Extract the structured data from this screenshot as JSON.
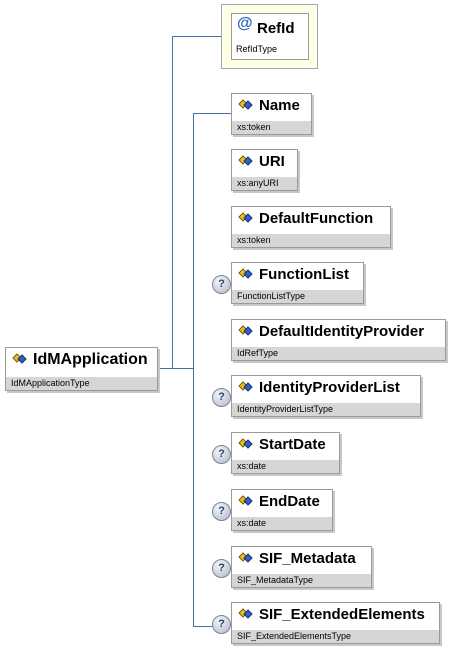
{
  "root": {
    "name": "IdMApplication",
    "type": "IdMApplicationType"
  },
  "attribute": {
    "symbol": "@",
    "name": "RefId",
    "type": "RefIdType"
  },
  "optional_marker": "?",
  "elements": [
    {
      "name": "Name",
      "type": "xs:token",
      "optional": false
    },
    {
      "name": "URI",
      "type": "xs:anyURI",
      "optional": false
    },
    {
      "name": "DefaultFunction",
      "type": "xs:token",
      "optional": false
    },
    {
      "name": "FunctionList",
      "type": "FunctionListType",
      "optional": true
    },
    {
      "name": "DefaultIdentityProvider",
      "type": "IdRefType",
      "optional": false
    },
    {
      "name": "IdentityProviderList",
      "type": "IdentityProviderListType",
      "optional": true
    },
    {
      "name": "StartDate",
      "type": "xs:date",
      "optional": true
    },
    {
      "name": "EndDate",
      "type": "xs:date",
      "optional": true
    },
    {
      "name": "SIF_Metadata",
      "type": "SIF_MetadataType",
      "optional": true
    },
    {
      "name": "SIF_ExtendedElements",
      "type": "SIF_ExtendedElementsType",
      "optional": true
    }
  ],
  "colors": {
    "connector": "#4a6fa8",
    "attribute_fill": "#ffffe6",
    "type_bar": "#d6d6d6"
  },
  "icons": {
    "element": "element-diamond-icon",
    "attribute": "attribute-at-icon",
    "optional": "optional-question-icon"
  }
}
